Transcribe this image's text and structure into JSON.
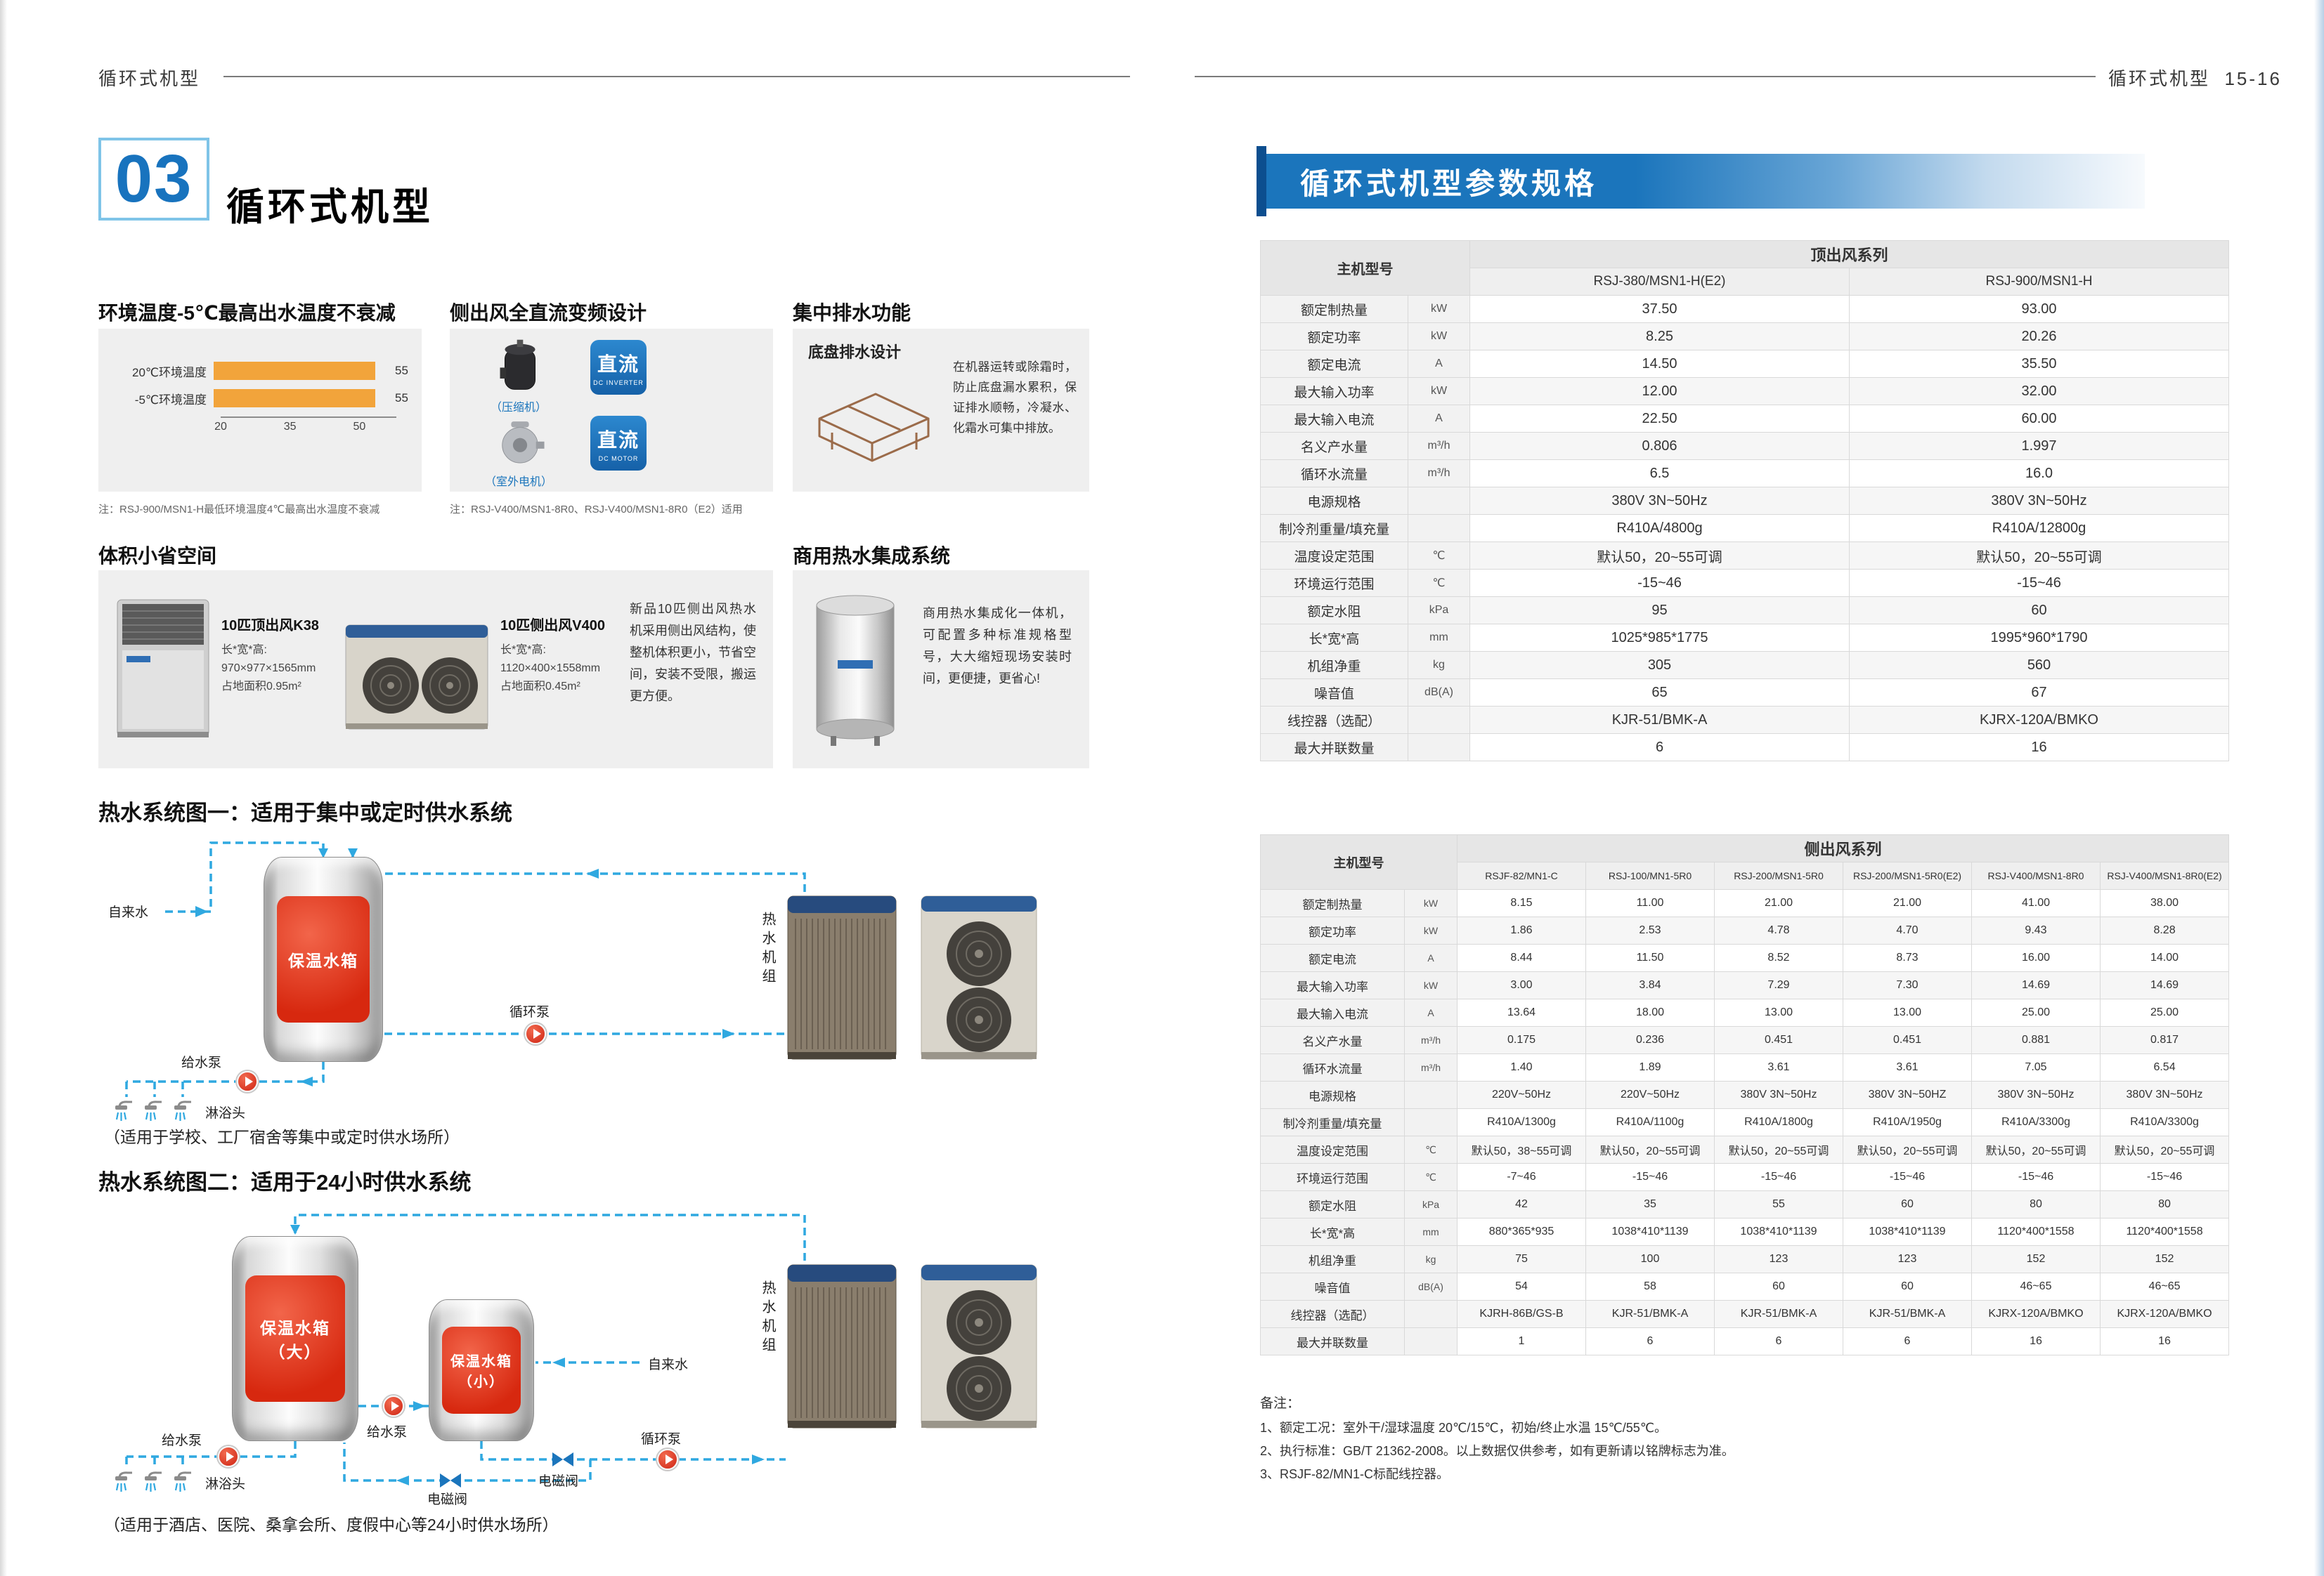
{
  "colors": {
    "accent": "#1B75BC",
    "pipe": "#2FA8E0",
    "bar": "#F2A43B",
    "tank-red": "#D7280F"
  },
  "page": {
    "header_left": "循环式机型",
    "header_right": "循环式机型",
    "page_number": "15-16"
  },
  "chart_data": {
    "type": "bar",
    "orientation": "horizontal",
    "title": "环境温度-5℃最高出水温度不衰减",
    "categories": [
      "20℃环境温度",
      "-5℃环境温度"
    ],
    "values": [
      55,
      55
    ],
    "data_labels": [
      "55",
      "55"
    ],
    "xticks": [
      20,
      35,
      50
    ],
    "xlim": [
      20,
      58
    ],
    "grid": false,
    "bar_color": "#F2A43B"
  },
  "left": {
    "section_number": "03",
    "section_title": "循环式机型",
    "features": [
      {
        "title": "环境温度-5℃最高出水温度不衰减",
        "note": "注：RSJ-900/MSN1-H最低环境温度4℃最高出水温度不衰减"
      },
      {
        "title": "侧出风全直流变频设计",
        "note": "注：RSJ-V400/MSN1-8R0、RSJ-V400/MSN1-8R0（E2）适用",
        "items": [
          {
            "label": "（压缩机）",
            "badge": "直流",
            "badge_sub": "DC INVERTER"
          },
          {
            "label": "（室外电机）",
            "badge": "直流",
            "badge_sub": "DC MOTOR"
          }
        ]
      },
      {
        "title": "集中排水功能",
        "subtitle": "底盘排水设计",
        "text": "在机器运转或除霜时，防止底盘漏水累积，保证排水顺畅，冷凝水、化霜水可集中排放。"
      }
    ],
    "space_section": {
      "title": "体积小省空间",
      "products": [
        {
          "name": "10匹顶出风K38",
          "dims_label": "长*宽*高:",
          "dims": "970×977×1565mm",
          "area": "占地面积0.95m²"
        },
        {
          "name": "10匹侧出风V400",
          "dims_label": "长*宽*高:",
          "dims": "1120×400×1558mm",
          "area": "占地面积0.45m²"
        }
      ],
      "text": "新品10匹侧出风热水机采用侧出风结构，使整机体积更小，节省空间，安装不受限，搬运更方便。"
    },
    "commercial_section": {
      "title": "商用热水集成系统",
      "text": "商用热水集成化一体机，可配置多种标准规格型号，大大缩短现场安装时间，更便捷，更省心!"
    },
    "diagram1": {
      "title": "热水系统图一：适用于集中或定时供水系统",
      "caption": "（适用于学校、工厂宿舍等集中或定时供水场所）",
      "labels": {
        "tap_water": "自来水",
        "feed_pump": "给水泵",
        "shower": "淋浴头",
        "tank": "保温水箱",
        "circ_pump": "循环泵",
        "unit": "热水机组"
      }
    },
    "diagram2": {
      "title": "热水系统图二：适用于24小时供水系统",
      "caption": "（适用于酒店、医院、桑拿会所、度假中心等24小时供水场所）",
      "labels": {
        "feed_pump1": "给水泵",
        "shower": "淋浴头",
        "tank_big_line1": "保温水箱",
        "tank_big_line2": "（大）",
        "feed_pump2": "给水泵",
        "tank_small_line1": "保温水箱",
        "tank_small_line2": "（小）",
        "tap_water": "自来水",
        "valve_mid": "电磁阀",
        "circ_pump": "循环泵",
        "valve_bottom": "电磁阀",
        "unit": "热水机组"
      }
    }
  },
  "right": {
    "title": "循环式机型参数规格",
    "table_top": {
      "series_header": "顶出风系列",
      "model_label": "主机型号",
      "models": [
        "RSJ-380/MSN1-H(E2)",
        "RSJ-900/MSN1-H"
      ],
      "rows": [
        {
          "label": "额定制热量",
          "unit": "kW",
          "values": [
            "37.50",
            "93.00"
          ]
        },
        {
          "label": "额定功率",
          "unit": "kW",
          "values": [
            "8.25",
            "20.26"
          ]
        },
        {
          "label": "额定电流",
          "unit": "A",
          "values": [
            "14.50",
            "35.50"
          ]
        },
        {
          "label": "最大输入功率",
          "unit": "kW",
          "values": [
            "12.00",
            "32.00"
          ]
        },
        {
          "label": "最大输入电流",
          "unit": "A",
          "values": [
            "22.50",
            "60.00"
          ]
        },
        {
          "label": "名义产水量",
          "unit": "m³/h",
          "values": [
            "0.806",
            "1.997"
          ]
        },
        {
          "label": "循环水流量",
          "unit": "m³/h",
          "values": [
            "6.5",
            "16.0"
          ]
        },
        {
          "label": "电源规格",
          "unit": "",
          "values": [
            "380V 3N~50Hz",
            "380V 3N~50Hz"
          ]
        },
        {
          "label": "制冷剂重量/填充量",
          "unit": "",
          "values": [
            "R410A/4800g",
            "R410A/12800g"
          ]
        },
        {
          "label": "温度设定范围",
          "unit": "℃",
          "values": [
            "默认50，20~55可调",
            "默认50，20~55可调"
          ]
        },
        {
          "label": "环境运行范围",
          "unit": "℃",
          "values": [
            "-15~46",
            "-15~46"
          ]
        },
        {
          "label": "额定水阻",
          "unit": "kPa",
          "values": [
            "95",
            "60"
          ]
        },
        {
          "label": "长*宽*高",
          "unit": "mm",
          "values": [
            "1025*985*1775",
            "1995*960*1790"
          ]
        },
        {
          "label": "机组净重",
          "unit": "kg",
          "values": [
            "305",
            "560"
          ]
        },
        {
          "label": "噪音值",
          "unit": "dB(A)",
          "values": [
            "65",
            "67"
          ]
        },
        {
          "label": "线控器（选配）",
          "unit": "",
          "values": [
            "KJR-51/BMK-A",
            "KJRX-120A/BMKO"
          ]
        },
        {
          "label": "最大并联数量",
          "unit": "",
          "values": [
            "6",
            "16"
          ]
        }
      ]
    },
    "table_side": {
      "series_header": "侧出风系列",
      "model_label": "主机型号",
      "models": [
        "RSJF-82/MN1-C",
        "RSJ-100/MN1-5R0",
        "RSJ-200/MSN1-5R0",
        "RSJ-200/MSN1-5R0(E2)",
        "RSJ-V400/MSN1-8R0",
        "RSJ-V400/MSN1-8R0(E2)"
      ],
      "rows": [
        {
          "label": "额定制热量",
          "unit": "kW",
          "values": [
            "8.15",
            "11.00",
            "21.00",
            "21.00",
            "41.00",
            "38.00"
          ]
        },
        {
          "label": "额定功率",
          "unit": "kW",
          "values": [
            "1.86",
            "2.53",
            "4.78",
            "4.70",
            "9.43",
            "8.28"
          ]
        },
        {
          "label": "额定电流",
          "unit": "A",
          "values": [
            "8.44",
            "11.50",
            "8.52",
            "8.73",
            "16.00",
            "14.00"
          ]
        },
        {
          "label": "最大输入功率",
          "unit": "kW",
          "values": [
            "3.00",
            "3.84",
            "7.29",
            "7.30",
            "14.69",
            "14.69"
          ]
        },
        {
          "label": "最大输入电流",
          "unit": "A",
          "values": [
            "13.64",
            "18.00",
            "13.00",
            "13.00",
            "25.00",
            "25.00"
          ]
        },
        {
          "label": "名义产水量",
          "unit": "m³/h",
          "values": [
            "0.175",
            "0.236",
            "0.451",
            "0.451",
            "0.881",
            "0.817"
          ]
        },
        {
          "label": "循环水流量",
          "unit": "m³/h",
          "values": [
            "1.40",
            "1.89",
            "3.61",
            "3.61",
            "7.05",
            "6.54"
          ]
        },
        {
          "label": "电源规格",
          "unit": "",
          "values": [
            "220V~50Hz",
            "220V~50Hz",
            "380V 3N~50Hz",
            "380V 3N~50HZ",
            "380V 3N~50Hz",
            "380V 3N~50Hz"
          ]
        },
        {
          "label": "制冷剂重量/填充量",
          "unit": "",
          "values": [
            "R410A/1300g",
            "R410A/1100g",
            "R410A/1800g",
            "R410A/1950g",
            "R410A/3300g",
            "R410A/3300g"
          ]
        },
        {
          "label": "温度设定范围",
          "unit": "℃",
          "values": [
            "默认50，38~55可调",
            "默认50，20~55可调",
            "默认50，20~55可调",
            "默认50，20~55可调",
            "默认50，20~55可调",
            "默认50，20~55可调"
          ]
        },
        {
          "label": "环境运行范围",
          "unit": "℃",
          "values": [
            "-7~46",
            "-15~46",
            "-15~46",
            "-15~46",
            "-15~46",
            "-15~46"
          ]
        },
        {
          "label": "额定水阻",
          "unit": "kPa",
          "values": [
            "42",
            "35",
            "55",
            "60",
            "80",
            "80"
          ]
        },
        {
          "label": "长*宽*高",
          "unit": "mm",
          "values": [
            "880*365*935",
            "1038*410*1139",
            "1038*410*1139",
            "1038*410*1139",
            "1120*400*1558",
            "1120*400*1558"
          ]
        },
        {
          "label": "机组净重",
          "unit": "kg",
          "values": [
            "75",
            "100",
            "123",
            "123",
            "152",
            "152"
          ]
        },
        {
          "label": "噪音值",
          "unit": "dB(A)",
          "values": [
            "54",
            "58",
            "60",
            "60",
            "46~65",
            "46~65"
          ]
        },
        {
          "label": "线控器（选配）",
          "unit": "",
          "values": [
            "KJRH-86B/GS-B",
            "KJR-51/BMK-A",
            "KJR-51/BMK-A",
            "KJR-51/BMK-A",
            "KJRX-120A/BMKO",
            "KJRX-120A/BMKO"
          ]
        },
        {
          "label": "最大并联数量",
          "unit": "",
          "values": [
            "1",
            "6",
            "6",
            "6",
            "16",
            "16"
          ]
        }
      ]
    },
    "notes_title": "备注：",
    "notes": [
      "1、额定工况：室外干/湿球温度 20℃/15℃，初始/终止水温 15℃/55℃。",
      "2、执行标准：GB/T 21362-2008。以上数据仅供参考，如有更新请以铭牌标志为准。",
      "3、RSJF-82/MN1-C标配线控器。"
    ]
  }
}
